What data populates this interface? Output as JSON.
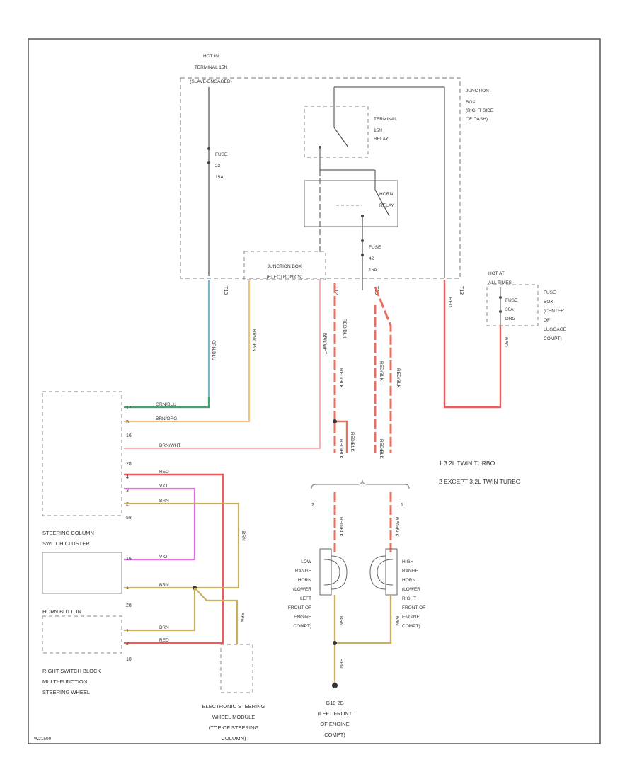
{
  "diagram": {
    "components": {
      "hot_terminal": [
        "HOT IN",
        "TERMINAL 15N",
        "(SLAVE-ENGAGED)"
      ],
      "fuse_left": [
        "FUSE",
        "23",
        "15A"
      ],
      "junction_box_dash": [
        "JUNCTION",
        "BOX",
        "(RIGHT SIDE",
        "OF DASH)"
      ],
      "terminal_relay": [
        "TERMINAL",
        "15N",
        "RELAY"
      ],
      "horn_relay": [
        "HORN",
        "RELAY"
      ],
      "fuse_middle": [
        "FUSE",
        "42",
        "15A"
      ],
      "junction_box_elec": [
        "JUNCTION BOX",
        "(ELECTRONICS)"
      ],
      "hot_at": [
        "HOT AT",
        "ALL TIMES"
      ],
      "fuse_right": [
        "FUSE",
        "30A",
        "DRG"
      ],
      "fuse_box_luggage": [
        "FUSE",
        "BOX",
        "(CENTER",
        "OF",
        "LUGGAGE",
        "COMPT)"
      ],
      "steering_column": [
        "STEERING COLUMN",
        "SWITCH CLUSTER"
      ],
      "horn_button": [
        "HORN BUTTON"
      ],
      "right_switch_block": [
        "RIGHT SWITCH BLOCK",
        "MULTI-FUNCTION",
        "STEERING WHEEL"
      ],
      "electronic_module": [
        "ELECTRONIC STEERING",
        "WHEEL MODULE",
        "(TOP OF STEERING",
        "COLUMN)"
      ],
      "low_horn": [
        "LOW",
        "RANGE",
        "HORN",
        "(LOWER",
        "LEFT",
        "FRONT OF",
        "ENGINE",
        "COMPT)"
      ],
      "high_horn": [
        "HIGH",
        "RANGE",
        "HORN",
        "(LOWER",
        "RIGHT",
        "FRONT OF",
        "ENGINE",
        "COMPT)"
      ],
      "ground": [
        "G10 2B",
        "(LEFT FRONT",
        "OF ENGINE",
        "COMPT)"
      ]
    },
    "notes": [
      "1   3.2L TWIN TURBO",
      "2   EXCEPT 3.2L TWIN TURBO"
    ],
    "note_markers": [
      "2",
      "1"
    ],
    "wire_labels": {
      "grn_blu": "GRN/BLU",
      "brn_org": "BRN/ORG",
      "brn_wht": "BRN/WHT",
      "red": "RED",
      "vio": "VIO",
      "brn": "BRN",
      "red_left": "RED/BLK",
      "red_right": "RED/BLK",
      "red_left_a": "RED/BLK",
      "red_left_b": "RED/BLK",
      "red_right_a": "RED/BLK",
      "red_right_b": "RED/BLK",
      "red_loop": "RED/BLK",
      "horn_low": "RED/BLK",
      "horn_high": "RED/BLK",
      "gnd_low": "BRN",
      "gnd_high": "BRN",
      "gnd_main": "BRN",
      "batt": "RED"
    },
    "pins": {
      "sc_17": "17",
      "sc_5": "5",
      "sc_16": "16",
      "sc_28": "28",
      "sc_4": "4",
      "sc_3": "3",
      "sc_2": "2",
      "sc_58": "58",
      "hb_16": "16",
      "hb_1": "1",
      "hb_28": "28",
      "rsb_1": "1",
      "rsb_2": "2",
      "rsb_18": "18",
      "t13": "T13",
      "t12": "T12",
      "t30": "T30",
      "t13b": "T13"
    },
    "figure_id": "W21500"
  }
}
